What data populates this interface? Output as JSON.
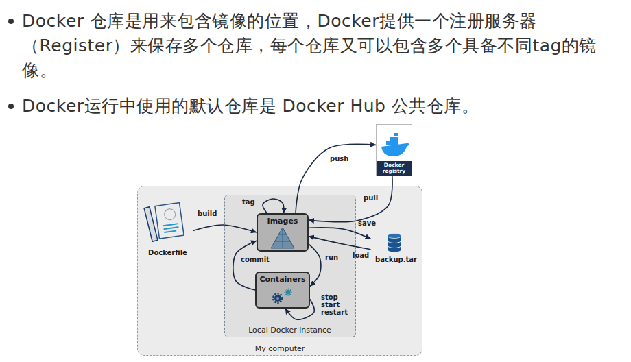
{
  "diagram": {
    "nodes": [
      {
        "text": [
          "My computer"
        ]
      },
      {
        "text": [
          "Local Docker instance"
        ],
        "in": 0
      },
      {
        "text": [
          "Images"
        ],
        "in": 1
      },
      {
        "text": [
          "Containers"
        ],
        "in": 1
      },
      {
        "text": [
          "Dockerfile"
        ],
        "in": 0
      },
      {
        "text": [
          "backup.tar"
        ],
        "in": 0
      },
      {
        "text": [
          "Docker registry"
        ]
      }
    ],
    "edges": [
      {
        "from": 4,
        "to": 2,
        "arrow": "to",
        "label": "build"
      },
      {
        "from": 2,
        "to": 2,
        "arrow": "to",
        "label": "tag"
      },
      {
        "from": 2,
        "to": 6,
        "arrow": "to",
        "label": "push"
      },
      {
        "from": 6,
        "to": 2,
        "arrow": "to",
        "label": "pull"
      },
      {
        "from": 2,
        "to": 5,
        "arrow": "to",
        "label": "save"
      },
      {
        "from": 5,
        "to": 2,
        "arrow": "to",
        "label": "load"
      },
      {
        "from": 2,
        "to": 3,
        "arrow": "to",
        "label": "run"
      },
      {
        "from": 3,
        "to": 2,
        "arrow": "to",
        "label": "commit"
      },
      {
        "from": 3,
        "to": 3,
        "arrow": "to",
        "label": "stop start restart"
      }
    ],
    "labels": [
      "Docker 仓库是用来包含镜像的位置，Docker提供一个注册服务器（Register）来保存多个仓库，每个仓库又可以包含多个具备不同tag的镜像。",
      "Docker运行中使用的默认仓库是 Docker Hub 公共仓库。"
    ]
  }
}
